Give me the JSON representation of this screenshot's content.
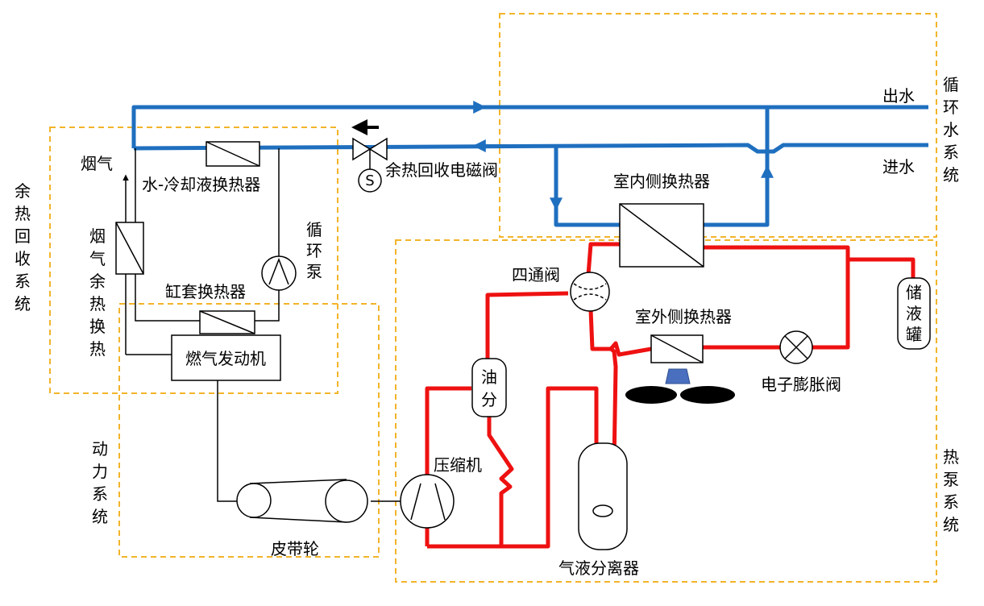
{
  "labels": {
    "water_out": "出水",
    "water_in": "进水",
    "circ_water_system": "循环水系统",
    "waste_heat_system": "余热回收系统",
    "power_system": "动力系统",
    "heat_pump_system": "热泵系统",
    "flue_gas": "烟气",
    "water_coolant_hx": "水-冷却液换热器",
    "solenoid_valve": "余热回收电磁阀",
    "solenoid_symbol": "S",
    "indoor_hx": "室内侧换热器",
    "circ_pump": "循环泵",
    "flue_gas_hx": "烟气余热换热",
    "cylinder_hx": "缸套换热器",
    "gas_engine": "燃气发动机",
    "four_way_valve": "四通阀",
    "outdoor_hx": "室外侧换热器",
    "receiver": "储液罐",
    "exv": "电子膨胀阀",
    "oil_separator": "油分",
    "compressor": "压缩机",
    "gas_liquid_separator": "气液分离器",
    "belt_pulley": "皮带轮"
  },
  "colors": {
    "water_line": "#1f6fbf",
    "refrigerant_line": "#ee1111",
    "system_border": "#f2b42a",
    "component_stroke": "#000000",
    "fan_blade": "#000000",
    "fan_motor": "#4a6fbf"
  }
}
